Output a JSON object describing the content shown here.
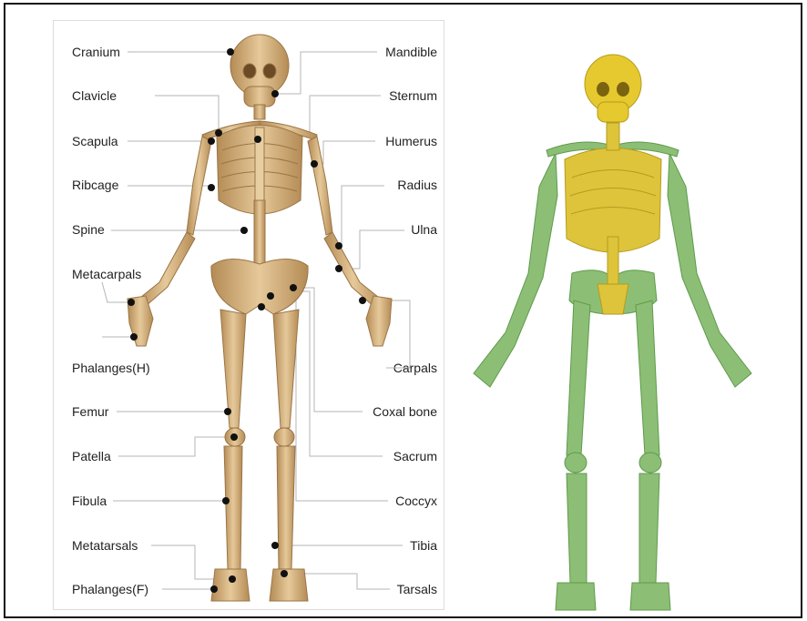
{
  "left_labels": [
    "Cranium",
    "Clavicle",
    "Scapula",
    "Ribcage",
    "Spine",
    "Metacarpals",
    "Phalanges(H)",
    "Femur",
    "Patella",
    "Fibula",
    "Metatarsals",
    "Phalanges(F)"
  ],
  "right_labels": [
    "Mandible",
    "Sternum",
    "Humerus",
    "Radius",
    "Ulna",
    "Carpals",
    "Coxal bone",
    "Sacrum",
    "Coccyx",
    "Tibia",
    "Tarsals"
  ],
  "colors": {
    "bone_left": "#d9b887",
    "bone_left_shadow": "#b08a55",
    "leader_line": "#b5b5b5",
    "marker": "#111111",
    "skull_highlight": "#e6c92e",
    "axial_highlight": "#ddc43a",
    "appendicular_highlight": "#8cbf75"
  }
}
